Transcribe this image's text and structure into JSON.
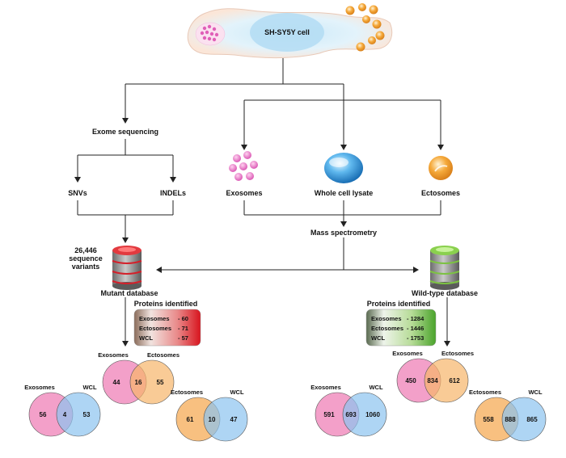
{
  "cell_label": "SH-SY5Y cell",
  "exome_sequencing": "Exome sequencing",
  "snvs": "SNVs",
  "indels": "INDELs",
  "exosomes": "Exosomes",
  "whole_cell_lysate": "Whole cell lysate",
  "ectosomes": "Ectosomes",
  "mass_spectrometry": "Mass spectrometry",
  "sequence_variants": [
    "26,446",
    "sequence",
    "variants"
  ],
  "mutant_database": "Mutant database",
  "wildtype_database": "Wild-type database",
  "proteins_identified": "Proteins identified",
  "mutant_box": [
    {
      "label": "Exosomes",
      "value": "- 60"
    },
    {
      "label": "Ectosomes",
      "value": "- 71"
    },
    {
      "label": "WCL",
      "value": "- 57"
    }
  ],
  "wildtype_box": [
    {
      "label": "Exosomes",
      "value": "- 1284"
    },
    {
      "label": "Ectosomes",
      "value": "- 1446"
    },
    {
      "label": "WCL",
      "value": "- 1753"
    }
  ],
  "venns": [
    {
      "id": "m-exo-ecto",
      "left_label": "Exosomes",
      "right_label": "Ectosomes",
      "left_only": "44",
      "overlap": "16",
      "right_only": "55",
      "left_color": "#f18fbf",
      "right_color": "#f7b56a"
    },
    {
      "id": "m-exo-wcl",
      "left_label": "Exosomes",
      "right_label": "WCL",
      "left_only": "56",
      "overlap": "4",
      "right_only": "53",
      "left_color": "#f18fbf",
      "right_color": "#8cc3ef"
    },
    {
      "id": "m-ecto-wcl",
      "left_label": "Ectosomes",
      "right_label": "WCL",
      "left_only": "61",
      "overlap": "10",
      "right_only": "47",
      "left_color": "#f7b56a",
      "right_color": "#8cc3ef"
    },
    {
      "id": "w-exo-ecto",
      "left_label": "Exosomes",
      "right_label": "Ectosomes",
      "left_only": "450",
      "overlap": "834",
      "right_only": "612",
      "left_color": "#f18fbf",
      "right_color": "#f7b56a"
    },
    {
      "id": "w-exo-wcl",
      "left_label": "Exosomes",
      "right_label": "WCL",
      "left_only": "591",
      "overlap": "693",
      "right_only": "1060",
      "left_color": "#f18fbf",
      "right_color": "#8cc3ef"
    },
    {
      "id": "w-ecto-wcl",
      "left_label": "Ectosomes",
      "right_label": "WCL",
      "left_only": "558",
      "overlap": "888",
      "right_only": "865",
      "left_color": "#f7b56a",
      "right_color": "#8cc3ef"
    }
  ],
  "colors": {
    "mutant_db": "#d4202a",
    "wildtype_db": "#7cc242",
    "cell_blue": "#bfe3f5",
    "exosome_pink": "#e86cc0",
    "ectosome_orange": "#f0a030"
  }
}
